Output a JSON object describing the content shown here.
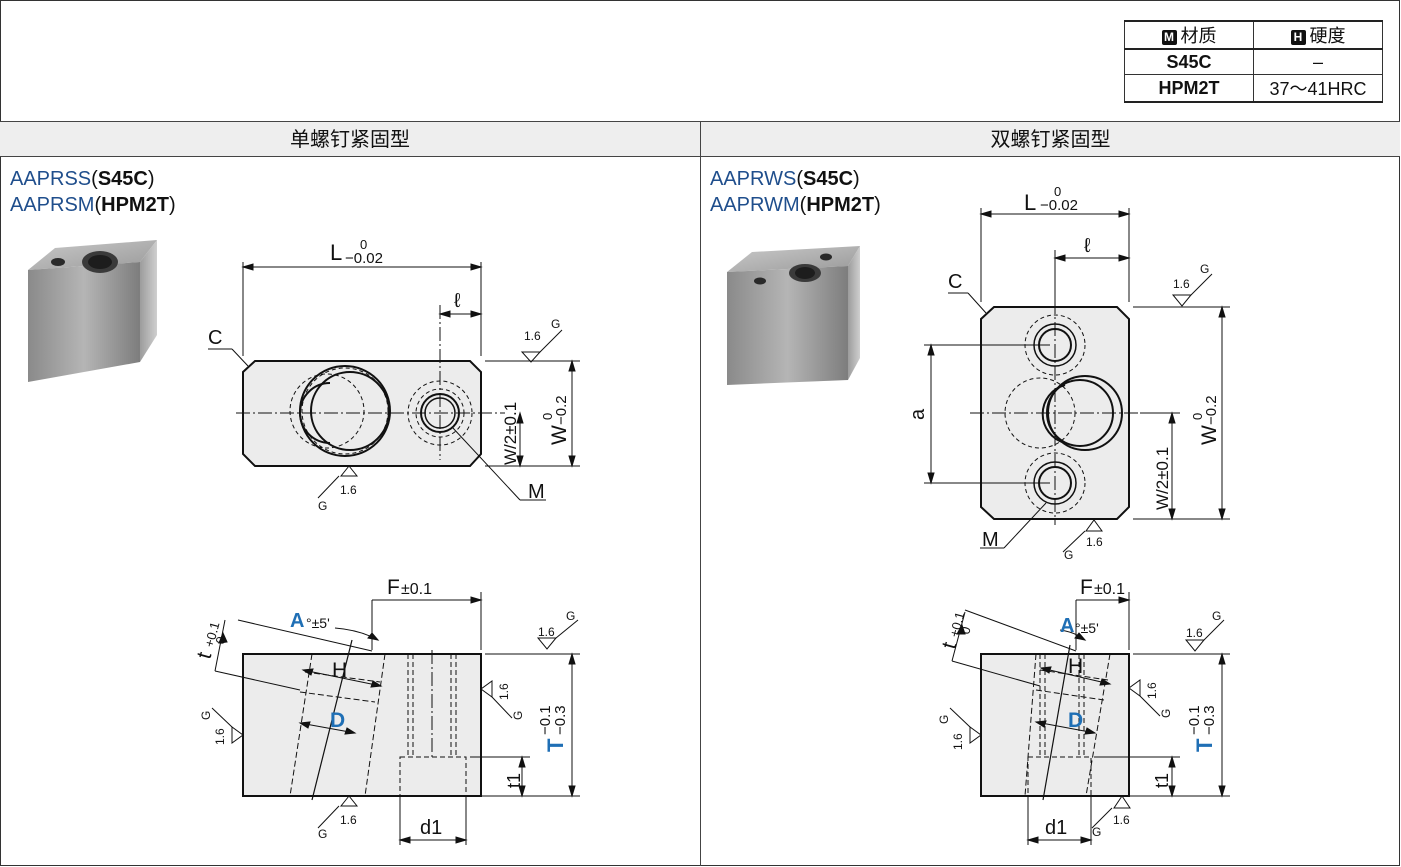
{
  "spec_table": {
    "header_material_badge": "M",
    "header_material": "材质",
    "header_hardness_badge": "H",
    "header_hardness": "硬度",
    "rows": [
      {
        "material": "S45C",
        "hardness": "–"
      },
      {
        "material": "HPM2T",
        "hardness": "37～41HRC"
      }
    ]
  },
  "sections": {
    "left_title": "单螺钉紧固型",
    "right_title": "双螺钉紧固型"
  },
  "left_models": [
    {
      "code": "AAPRSS",
      "material": "S45C"
    },
    {
      "code": "AAPRSM",
      "material": "HPM2T"
    }
  ],
  "right_models": [
    {
      "code": "AAPRWS",
      "material": "S45C"
    },
    {
      "code": "AAPRWM",
      "material": "HPM2T"
    }
  ],
  "labels": {
    "L": "L",
    "tol_zero": "0",
    "tol_L": "−0.02",
    "ell": "ℓ",
    "C": "C",
    "M": "M",
    "a": "a",
    "W": "W",
    "tol_W": "−0.2",
    "W2": "W/2±0.1",
    "F": "F",
    "F_tol": "±0.1",
    "A": "A",
    "A_tol": "°±5'",
    "t": "t",
    "t_tol": "+0.1",
    "H": "H",
    "D": "D",
    "T": "T",
    "T_tol_upper": "−0.1",
    "T_tol_lower": "−0.3",
    "t1": "t1",
    "d1": "d1",
    "rough": "1.6",
    "G": "G"
  },
  "colors": {
    "accent": "#1f4e8c",
    "dim_blue": "#1f6fb5",
    "band": "#eeeeee"
  }
}
